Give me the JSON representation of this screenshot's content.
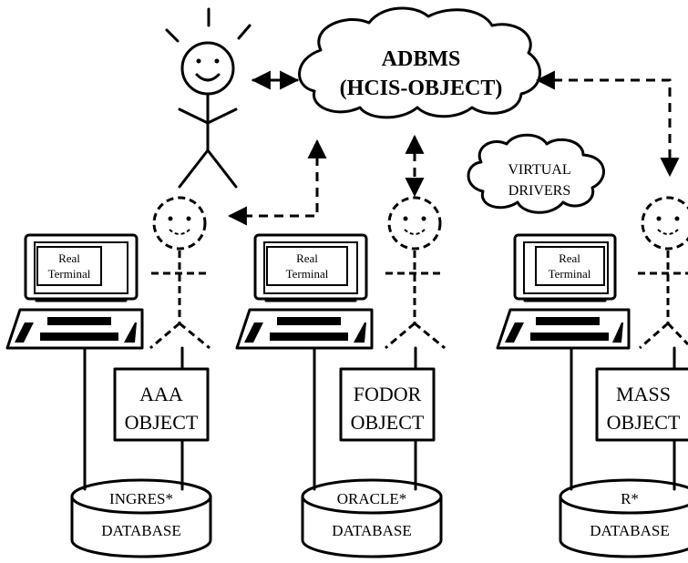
{
  "central": {
    "line1": "ADBMS",
    "line2": "(HCIS-OBJECT)"
  },
  "virtual_drivers": {
    "line1": "VIRTUAL",
    "line2": "DRIVERS"
  },
  "sites": [
    {
      "terminal_line1": "Real",
      "terminal_line2": "Terminal",
      "object_line1": "AAA",
      "object_line2": "OBJECT",
      "db_name": "INGRES*",
      "db_label": "DATABASE"
    },
    {
      "terminal_line1": "Real",
      "terminal_line2": "Terminal",
      "object_line1": "FODOR",
      "object_line2": "OBJECT",
      "db_name": "ORACLE*",
      "db_label": "DATABASE"
    },
    {
      "terminal_line1": "Real",
      "terminal_line2": "Terminal",
      "object_line1": "MASS",
      "object_line2": "OBJECT",
      "db_name": "R*",
      "db_label": "DATABASE"
    }
  ]
}
